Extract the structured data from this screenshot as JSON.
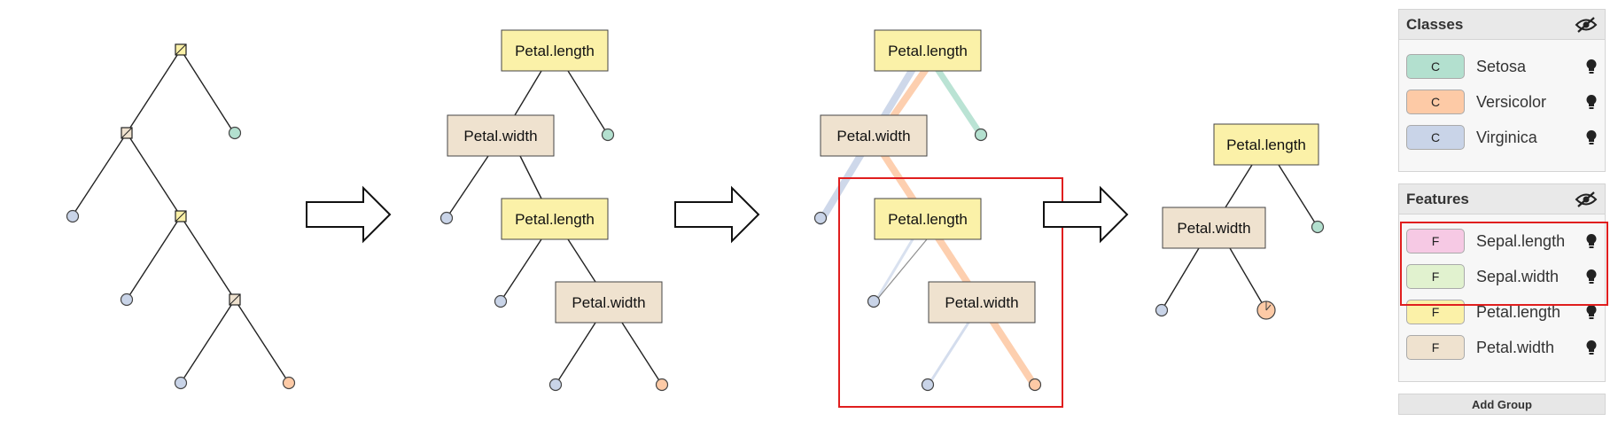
{
  "colors": {
    "setosa": "#b3e0cf",
    "versicolor": "#fdcaa6",
    "virginica": "#c9d4e8",
    "sepal_length": "#f6c9e4",
    "sepal_width": "#e1f2cf",
    "petal_length": "#fbf1a8",
    "petal_width": "#efe2cf",
    "highlight": "#e01e1e",
    "edge": "#222222"
  },
  "diagram": {
    "tree2": {
      "root": "Petal.length",
      "n1": "Petal.width",
      "n2": "Petal.length",
      "n3": "Petal.width"
    },
    "tree3": {
      "root": "Petal.length",
      "n1": "Petal.width",
      "n2": "Petal.length",
      "n3": "Petal.width"
    },
    "tree4": {
      "root": "Petal.length",
      "n1": "Petal.width"
    }
  },
  "classes_panel": {
    "title": "Classes",
    "header_icon": "eye-slash-icon",
    "items": [
      {
        "chip": "C",
        "label": "Setosa",
        "color": "#b3e0cf",
        "icon": "lightbulb-icon"
      },
      {
        "chip": "C",
        "label": "Versicolor",
        "color": "#fdcaa6",
        "icon": "lightbulb-icon"
      },
      {
        "chip": "C",
        "label": "Virginica",
        "color": "#c9d4e8",
        "icon": "lightbulb-icon"
      }
    ]
  },
  "features_panel": {
    "title": "Features",
    "header_icon": "eye-slash-icon",
    "items": [
      {
        "chip": "F",
        "label": "Sepal.length",
        "color": "#f6c9e4",
        "icon": "lightbulb-icon"
      },
      {
        "chip": "F",
        "label": "Sepal.width",
        "color": "#e1f2cf",
        "icon": "lightbulb-icon"
      },
      {
        "chip": "F",
        "label": "Petal.length",
        "color": "#fbf1a8",
        "icon": "lightbulb-icon"
      },
      {
        "chip": "F",
        "label": "Petal.width",
        "color": "#efe2cf",
        "icon": "lightbulb-icon"
      }
    ]
  },
  "add_group_label": "Add Group"
}
